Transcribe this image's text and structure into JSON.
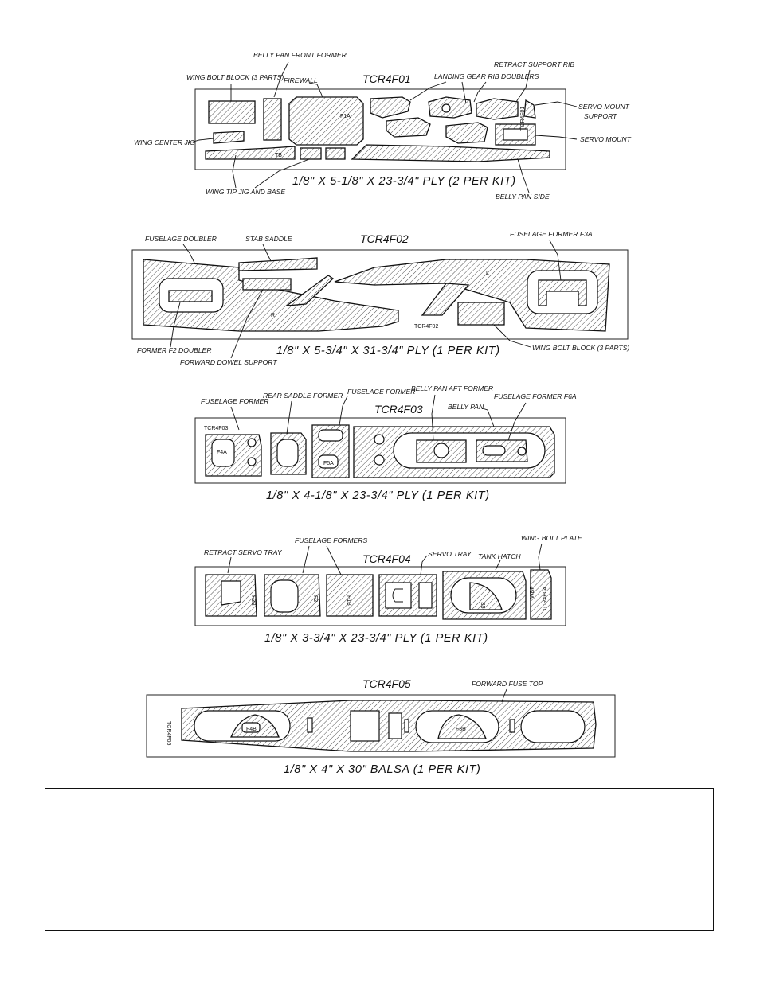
{
  "sheets": [
    {
      "id": "TCR4F01",
      "caption": "1/8\" X 5-1/8\" X 23-3/4\" PLY (2 PER KIT)",
      "labels": {
        "belly_pan_front_former": "BELLY PAN FRONT FORMER",
        "wing_bolt_block": "WING BOLT BLOCK (3 PARTS)",
        "firewall": "FIREWALL",
        "landing_gear_rib_doublers": "LANDING GEAR RIB DOUBLERS",
        "retract_support_rib": "RETRACT SUPPORT RIB",
        "servo_mount_support_1": "SERVO MOUNT",
        "servo_mount_support_2": "SUPPORT",
        "servo_mount": "SERVO MOUNT",
        "wing_center_jig": "WING CENTER JIG",
        "wing_tip_jig_and_base": "WING TIP JIG AND BASE",
        "belly_pan_side": "BELLY PAN SIDE"
      },
      "marks": {
        "f1a": "F1A",
        "tb": "TB",
        "vertical_id": "TCR4F01"
      }
    },
    {
      "id": "TCR4F02",
      "caption": "1/8\" X 5-3/4\" X 31-3/4\" PLY (1 PER KIT)",
      "labels": {
        "fuselage_doubler": "FUSELAGE DOUBLER",
        "stab_saddle": "STAB SADDLE",
        "fuselage_former_f3a": "FUSELAGE FORMER F3A",
        "former_f2_doubler": "FORMER F2 DOUBLER",
        "forward_dowel_support": "FORWARD DOWEL SUPPORT",
        "wing_bolt_block": "WING BOLT BLOCK (3 PARTS)"
      },
      "marks": {
        "r": "R",
        "l": "L",
        "inner_id": "TCR4F02"
      }
    },
    {
      "id": "TCR4F03",
      "caption": "1/8\" X 4-1/8\" X 23-3/4\" PLY (1 PER KIT)",
      "labels": {
        "fuselage_former_1": "FUSELAGE FORMER",
        "rear_saddle_former": "REAR SADDLE FORMER",
        "fuselage_former_2": "FUSELAGE FORMER",
        "belly_pan_aft_former": "BELLY PAN AFT FORMER",
        "belly_pan": "BELLY PAN",
        "fuselage_former_f6a": "FUSELAGE FORMER F6A"
      },
      "marks": {
        "inner_id": "TCR4F03",
        "f4a": "F4A",
        "f5a": "F5A"
      }
    },
    {
      "id": "TCR4F04",
      "caption": "1/8\" X 3-3/4\" X 23-3/4\" PLY (1 PER KIT)",
      "labels": {
        "retract_servo_tray": "RETRACT SERVO TRAY",
        "fuselage_formers": "FUSELAGE FORMERS",
        "servo_tray": "SERVO TRAY",
        "tank_hatch": "TANK HATCH",
        "wing_bolt_plate": "WING BOLT PLATE"
      },
      "marks": {
        "f3b": "F3B",
        "f2": "F2",
        "f1b": "F1B",
        "s5": "S5",
        "wbp": "WBP",
        "vertical_id": "TCR4F04"
      }
    },
    {
      "id": "TCR4F05",
      "caption": "1/8\" X 4\" X 30\"  BALSA (1 PER KIT)",
      "labels": {
        "forward_fuse_top": "FORWARD FUSE TOP"
      },
      "marks": {
        "f4b": "F4B",
        "f3b": "F3B",
        "vertical_id": "TCR4F05"
      }
    }
  ]
}
